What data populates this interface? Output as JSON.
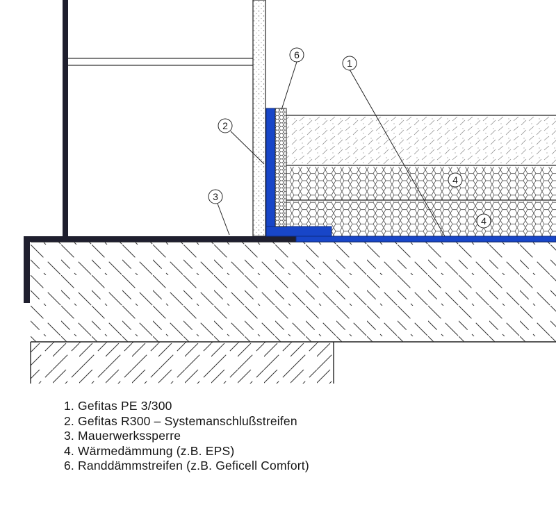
{
  "colors": {
    "ink": "#1f1f2e",
    "membrane_blue": "#1846c8",
    "hatch": "#2a2a2a",
    "screed_dots": "#8a8a8a"
  },
  "callouts": [
    {
      "id": "1",
      "label": "1"
    },
    {
      "id": "2",
      "label": "2"
    },
    {
      "id": "3",
      "label": "3"
    },
    {
      "id": "4a",
      "label": "4"
    },
    {
      "id": "4b",
      "label": "4"
    },
    {
      "id": "6",
      "label": "6"
    }
  ],
  "legend": [
    "1. Gefitas PE 3/300",
    "2. Gefitas R300 – Systemanschlußstreifen",
    "3. Mauerwerkssperre",
    "4. Wärmedämmung (z.B. EPS)",
    "6. Randdämmstreifen (z.B. Geficell Comfort)"
  ]
}
